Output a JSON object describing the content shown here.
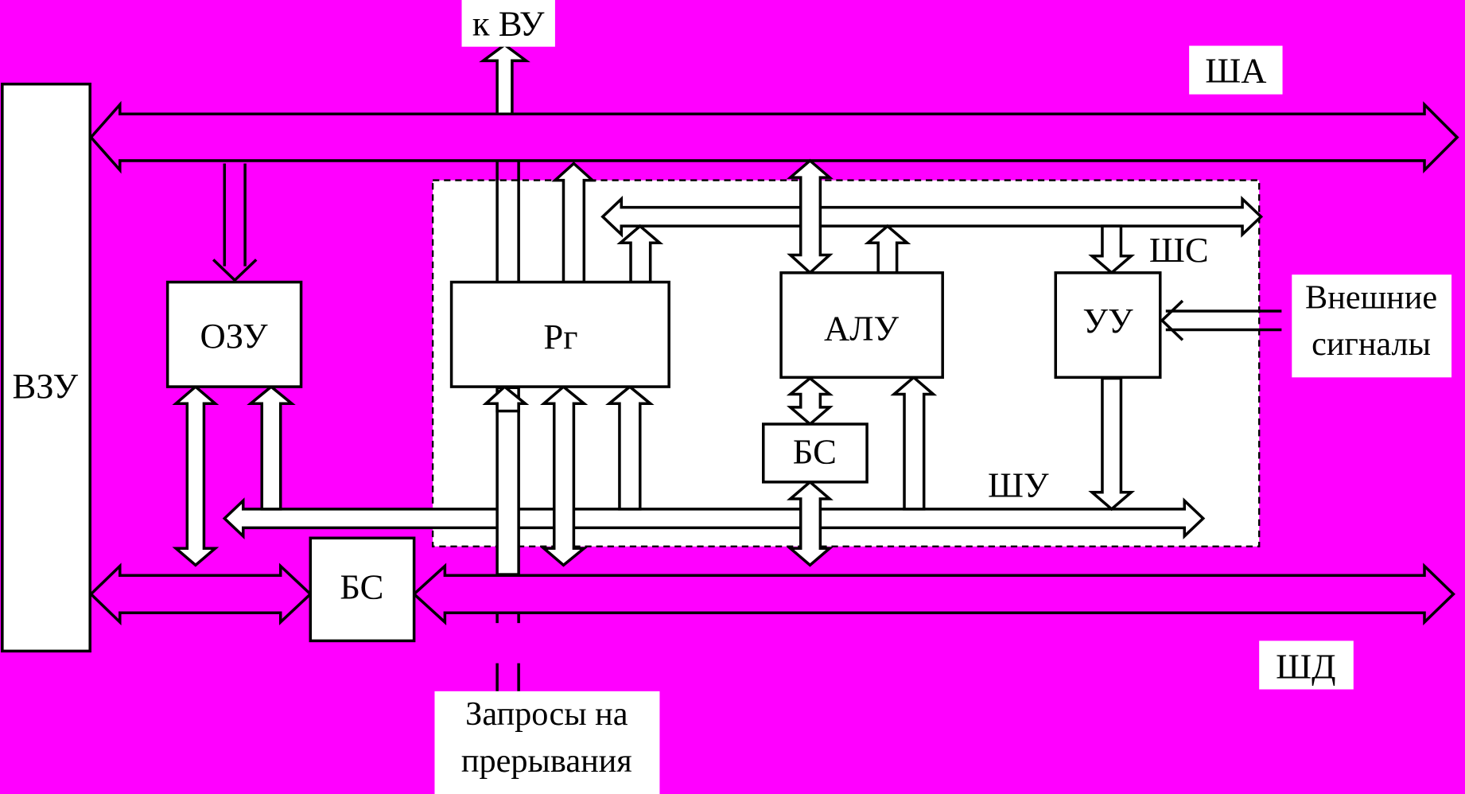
{
  "colors": {
    "background": "#ff00ff",
    "block": "#ffffff",
    "line": "#000000"
  },
  "blocks": {
    "vzu": "ВЗУ",
    "ozu": "ОЗУ",
    "rg": "Рг",
    "alu": "АЛУ",
    "uu": "УУ",
    "bs_inner": "БС",
    "bs_outer": "БС"
  },
  "buses": {
    "sha": "ША",
    "shs": "ШС",
    "shu": "ШУ",
    "shd": "ШД"
  },
  "labels": {
    "k_vu": "к ВУ",
    "ext_line1": "Внешние",
    "ext_line2": "сигналы",
    "irq_line1": "Запросы на",
    "irq_line2": "прерывания"
  }
}
